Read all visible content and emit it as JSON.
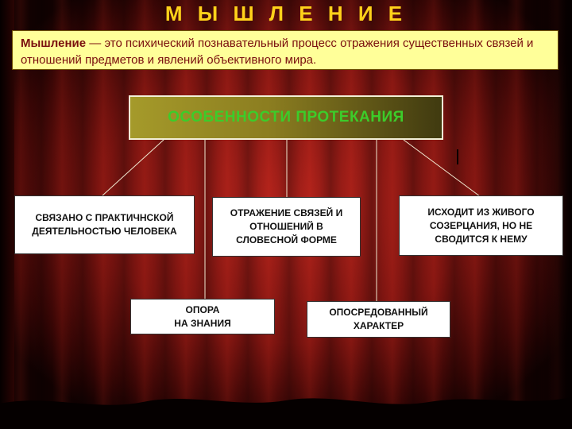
{
  "title": "М Ы Ш Л Е Н И Е",
  "definition": {
    "term": "Мышление",
    "text": " — это психический познавательный процесс отражения существенных связей и отношений предметов и явлений объективного мира."
  },
  "main_box": "ОСОБЕННОСТИ ПРОТЕКАНИЯ",
  "boxes": {
    "practical": "СВЯЗАНО С ПРАКТИЧНСКОЙ ДЕЯТЕЛЬНОСТЬЮ ЧЕЛОВЕКА",
    "reflection": "ОТРАЖЕНИЕ СВЯЗЕЙ И ОТНОШЕНИЙ В СЛОВЕСНОЙ ФОРМЕ",
    "contemplation": "ИСХОДИТ ИЗ ЖИВОГО СОЗЕРЦАНИЯ, НО НЕ СВОДИТСЯ К НЕМУ",
    "knowledge": "ОПОРА\nНА ЗНАНИЯ",
    "mediated": "ОПОСРЕДОВАННЫЙ ХАРАКТЕР"
  },
  "colors": {
    "title": "#ffd21a",
    "definition_bg": "#ffff99",
    "definition_text": "#7a0f0f",
    "main_text": "#3ccc2a",
    "curtain": "#8b1a12"
  }
}
